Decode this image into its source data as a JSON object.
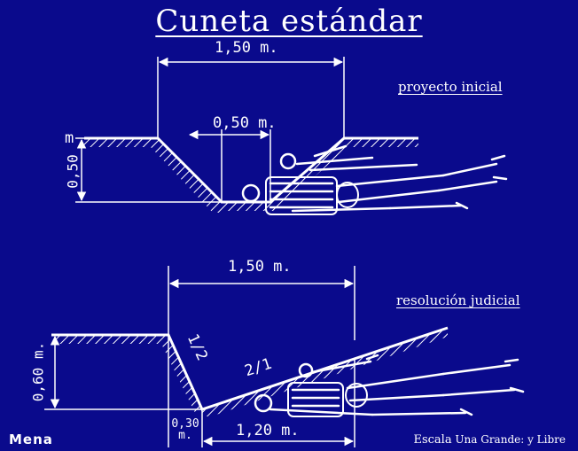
{
  "title": "Cuneta estándar",
  "top_diagram": {
    "caption": "proyecto inicial",
    "width_top": "1,50 m.",
    "width_bottom": "0,50 m.",
    "depth_unit": "m",
    "depth": "0,50"
  },
  "bottom_diagram": {
    "caption": "resolución judicial",
    "width_top": "1,50 m.",
    "depth": "0,60 m.",
    "slope_left": "1/2",
    "slope_right": "2/1",
    "bottom_width": "0,30",
    "bottom_unit": "m.",
    "right_width": "1,20 m."
  },
  "footer": {
    "author": "Mena",
    "scale_label": "Escala",
    "scale_text": "Una Grande: y Libre"
  },
  "colors": {
    "background": "#0a0a8c",
    "ink": "#ffffff"
  }
}
